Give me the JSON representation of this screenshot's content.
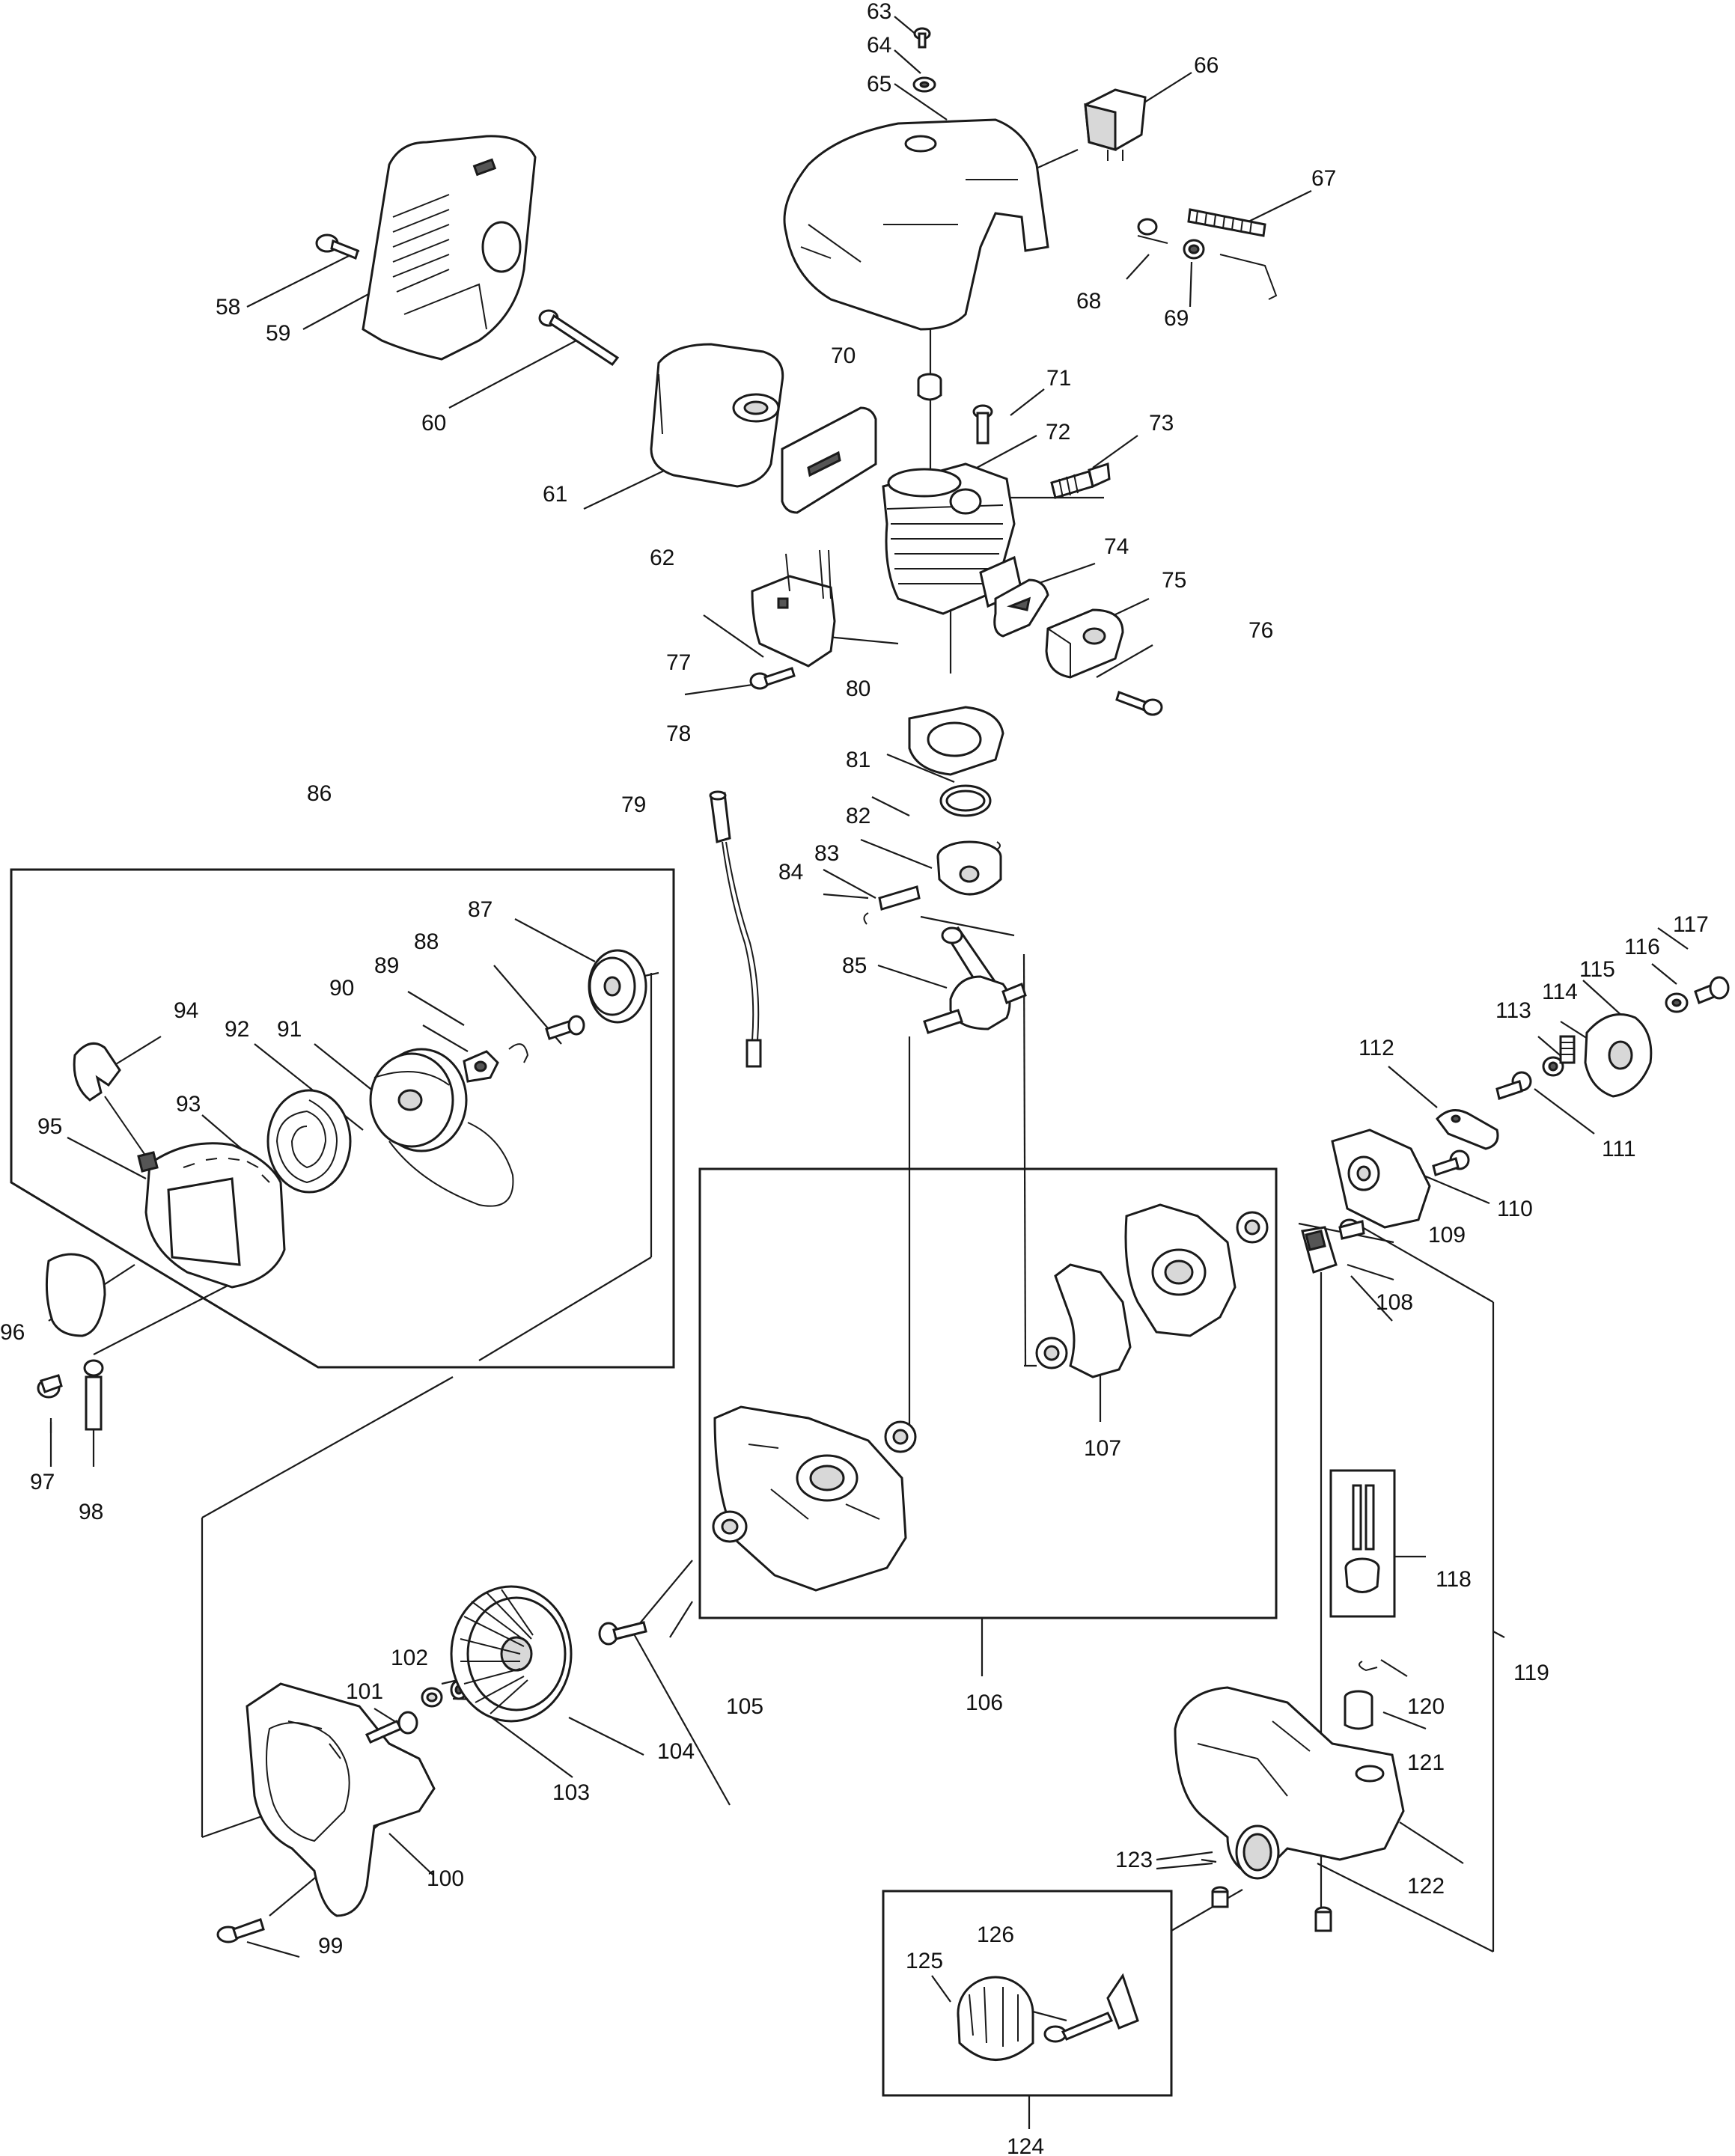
{
  "diagram": {
    "callouts": [
      "58",
      "59",
      "60",
      "61",
      "62",
      "63",
      "64",
      "65",
      "66",
      "67",
      "68",
      "69",
      "70",
      "71",
      "72",
      "73",
      "74",
      "75",
      "76",
      "77",
      "78",
      "79",
      "80",
      "81",
      "82",
      "83",
      "84",
      "85",
      "86",
      "87",
      "88",
      "89",
      "90",
      "91",
      "92",
      "93",
      "94",
      "95",
      "96",
      "97",
      "98",
      "99",
      "100",
      "101",
      "102",
      "103",
      "104",
      "105",
      "106",
      "107",
      "108",
      "109",
      "110",
      "111",
      "112",
      "113",
      "114",
      "115",
      "116",
      "117",
      "118",
      "119",
      "120",
      "121",
      "122",
      "123",
      "124",
      "125",
      "126"
    ]
  }
}
